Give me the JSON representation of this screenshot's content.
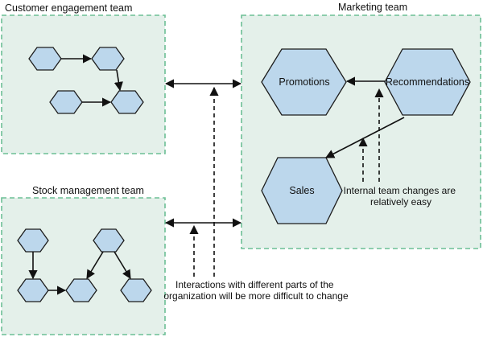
{
  "teams": {
    "customer_engagement": {
      "title": "Customer engagement team"
    },
    "stock_management": {
      "title": "Stock management team"
    },
    "marketing": {
      "title": "Marketing team"
    }
  },
  "marketing_nodes": {
    "promotions": "Promotions",
    "recommendations": "Recommendations",
    "sales": "Sales"
  },
  "notes": {
    "internal_changes": [
      "Internal team changes are",
      "relatively easy"
    ],
    "cross_team_interactions": [
      "Interactions with different parts of the",
      "organization will be more difficult to change"
    ]
  },
  "colors": {
    "team_box_fill": "#e4f0ea",
    "team_box_border": "#6cbf95",
    "hexagon_fill": "#bcd7ec",
    "line": "#111111"
  }
}
